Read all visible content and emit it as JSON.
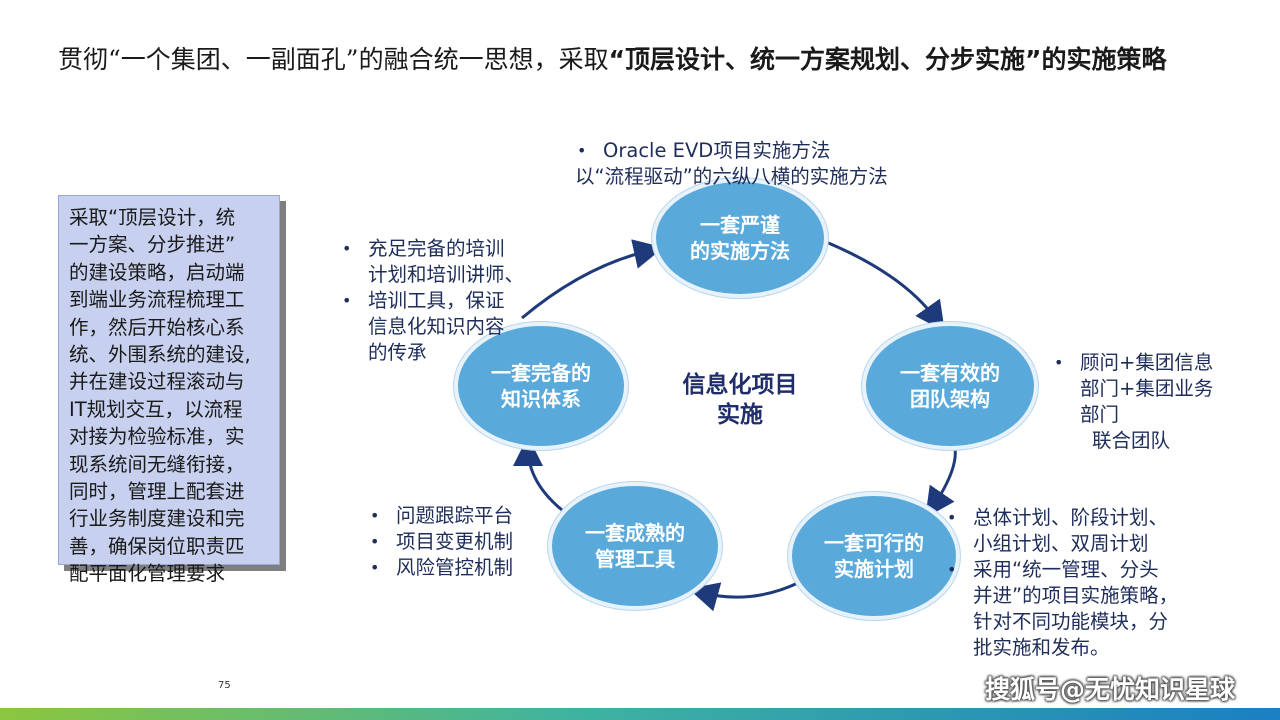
{
  "title": {
    "part1": "贯彻“一个集团、一副面孔”的融合统一思想，采取",
    "part2": "“顶层设计、统一方案规划、分步实施”的实施策略"
  },
  "side_box": {
    "text": "采取“顶层设计，统\n一方案、分步推进”\n的建设策略，启动端\n到端业务流程梳理工\n作，然后开始核心系\n统、外围系统的建设,\n并在建设过程滚动与\nIT规划交互，以流程\n对接为检验标准，实\n现系统间无缝衔接，\n同时，管理上配套进\n行业务制度建设和完\n善，确保岗位职责匹\n配平面化管理要求"
  },
  "center": {
    "label": "信息化项目\n实施"
  },
  "nodes": {
    "top": "一套严谨\n的实施方法",
    "right": "一套有效的\n团队架构",
    "bottom_right": "一套可行的\n实施计划",
    "bottom_left": "一套成熟的\n管理工具",
    "left": "一套完备的\n知识体系"
  },
  "notes": {
    "top": {
      "bullet": "Oracle EVD项目实施方法",
      "line2": "以“流程驱动”的六纵八横的实施方法"
    },
    "left": [
      "充足完备的培训\n计划和培训讲师、",
      "培训工具，保证\n信息化知识内容\n的传承"
    ],
    "right": {
      "bullet": "顾问+集团信息\n部门+集团业务\n部门",
      "line2": "联合团队"
    },
    "bottom_right": [
      "总体计划、阶段计划、\n小组计划、双周计划",
      "采用“统一管理、分头\n并进”的项目实施策略，\n针对不同功能模块，分\n批实施和发布。"
    ],
    "bottom_left": [
      "问题跟踪平台",
      "项目变更机制",
      "风险管控机制"
    ]
  },
  "footer": {
    "page_number": "75",
    "watermark": "搜狐号@无忧知识星球"
  },
  "colors": {
    "node": "#5aa9db",
    "arrow": "#1f3a7a",
    "bar_start": "#8cc63f",
    "bar_end": "#1b7fc2"
  }
}
